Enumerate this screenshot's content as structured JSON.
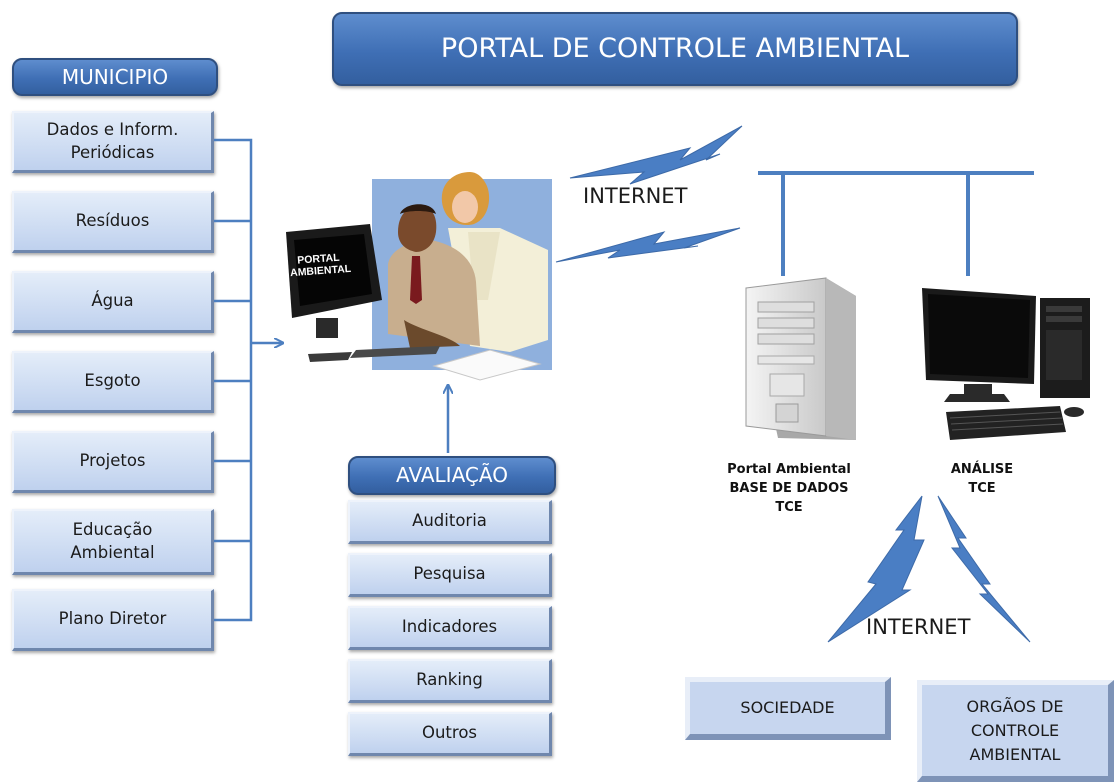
{
  "title": "PORTAL DE CONTROLE AMBIENTAL",
  "municipio": {
    "label": "MUNICIPIO",
    "items": [
      "Dados e Inform.\nPeriódicas",
      "Resíduos",
      "Água",
      "Esgoto",
      "Projetos",
      "Educação\nAmbiental",
      "Plano Diretor"
    ]
  },
  "portal_screen_text": "PORTAL\nAMBIENTAL",
  "internet_top": "INTERNET",
  "internet_bottom": "INTERNET",
  "avaliacao": {
    "label": "AVALIAÇÃO",
    "items": [
      "Auditoria",
      "Pesquisa",
      "Indicadores",
      "Ranking",
      "Outros"
    ]
  },
  "server_caption": "Portal Ambiental\nBASE DE DADOS\nTCE",
  "workstation_caption": "ANÁLISE\nTCE",
  "sociedade": "SOCIEDADE",
  "orgaos": "ORGÃOS DE\nCONTROLE\nAMBIENTAL",
  "colors": {
    "title_blue": "#3f6fb5",
    "box_light": "#c7d6ef",
    "line_blue": "#4d7fc0",
    "bolt_blue": "#4a7ec4"
  }
}
